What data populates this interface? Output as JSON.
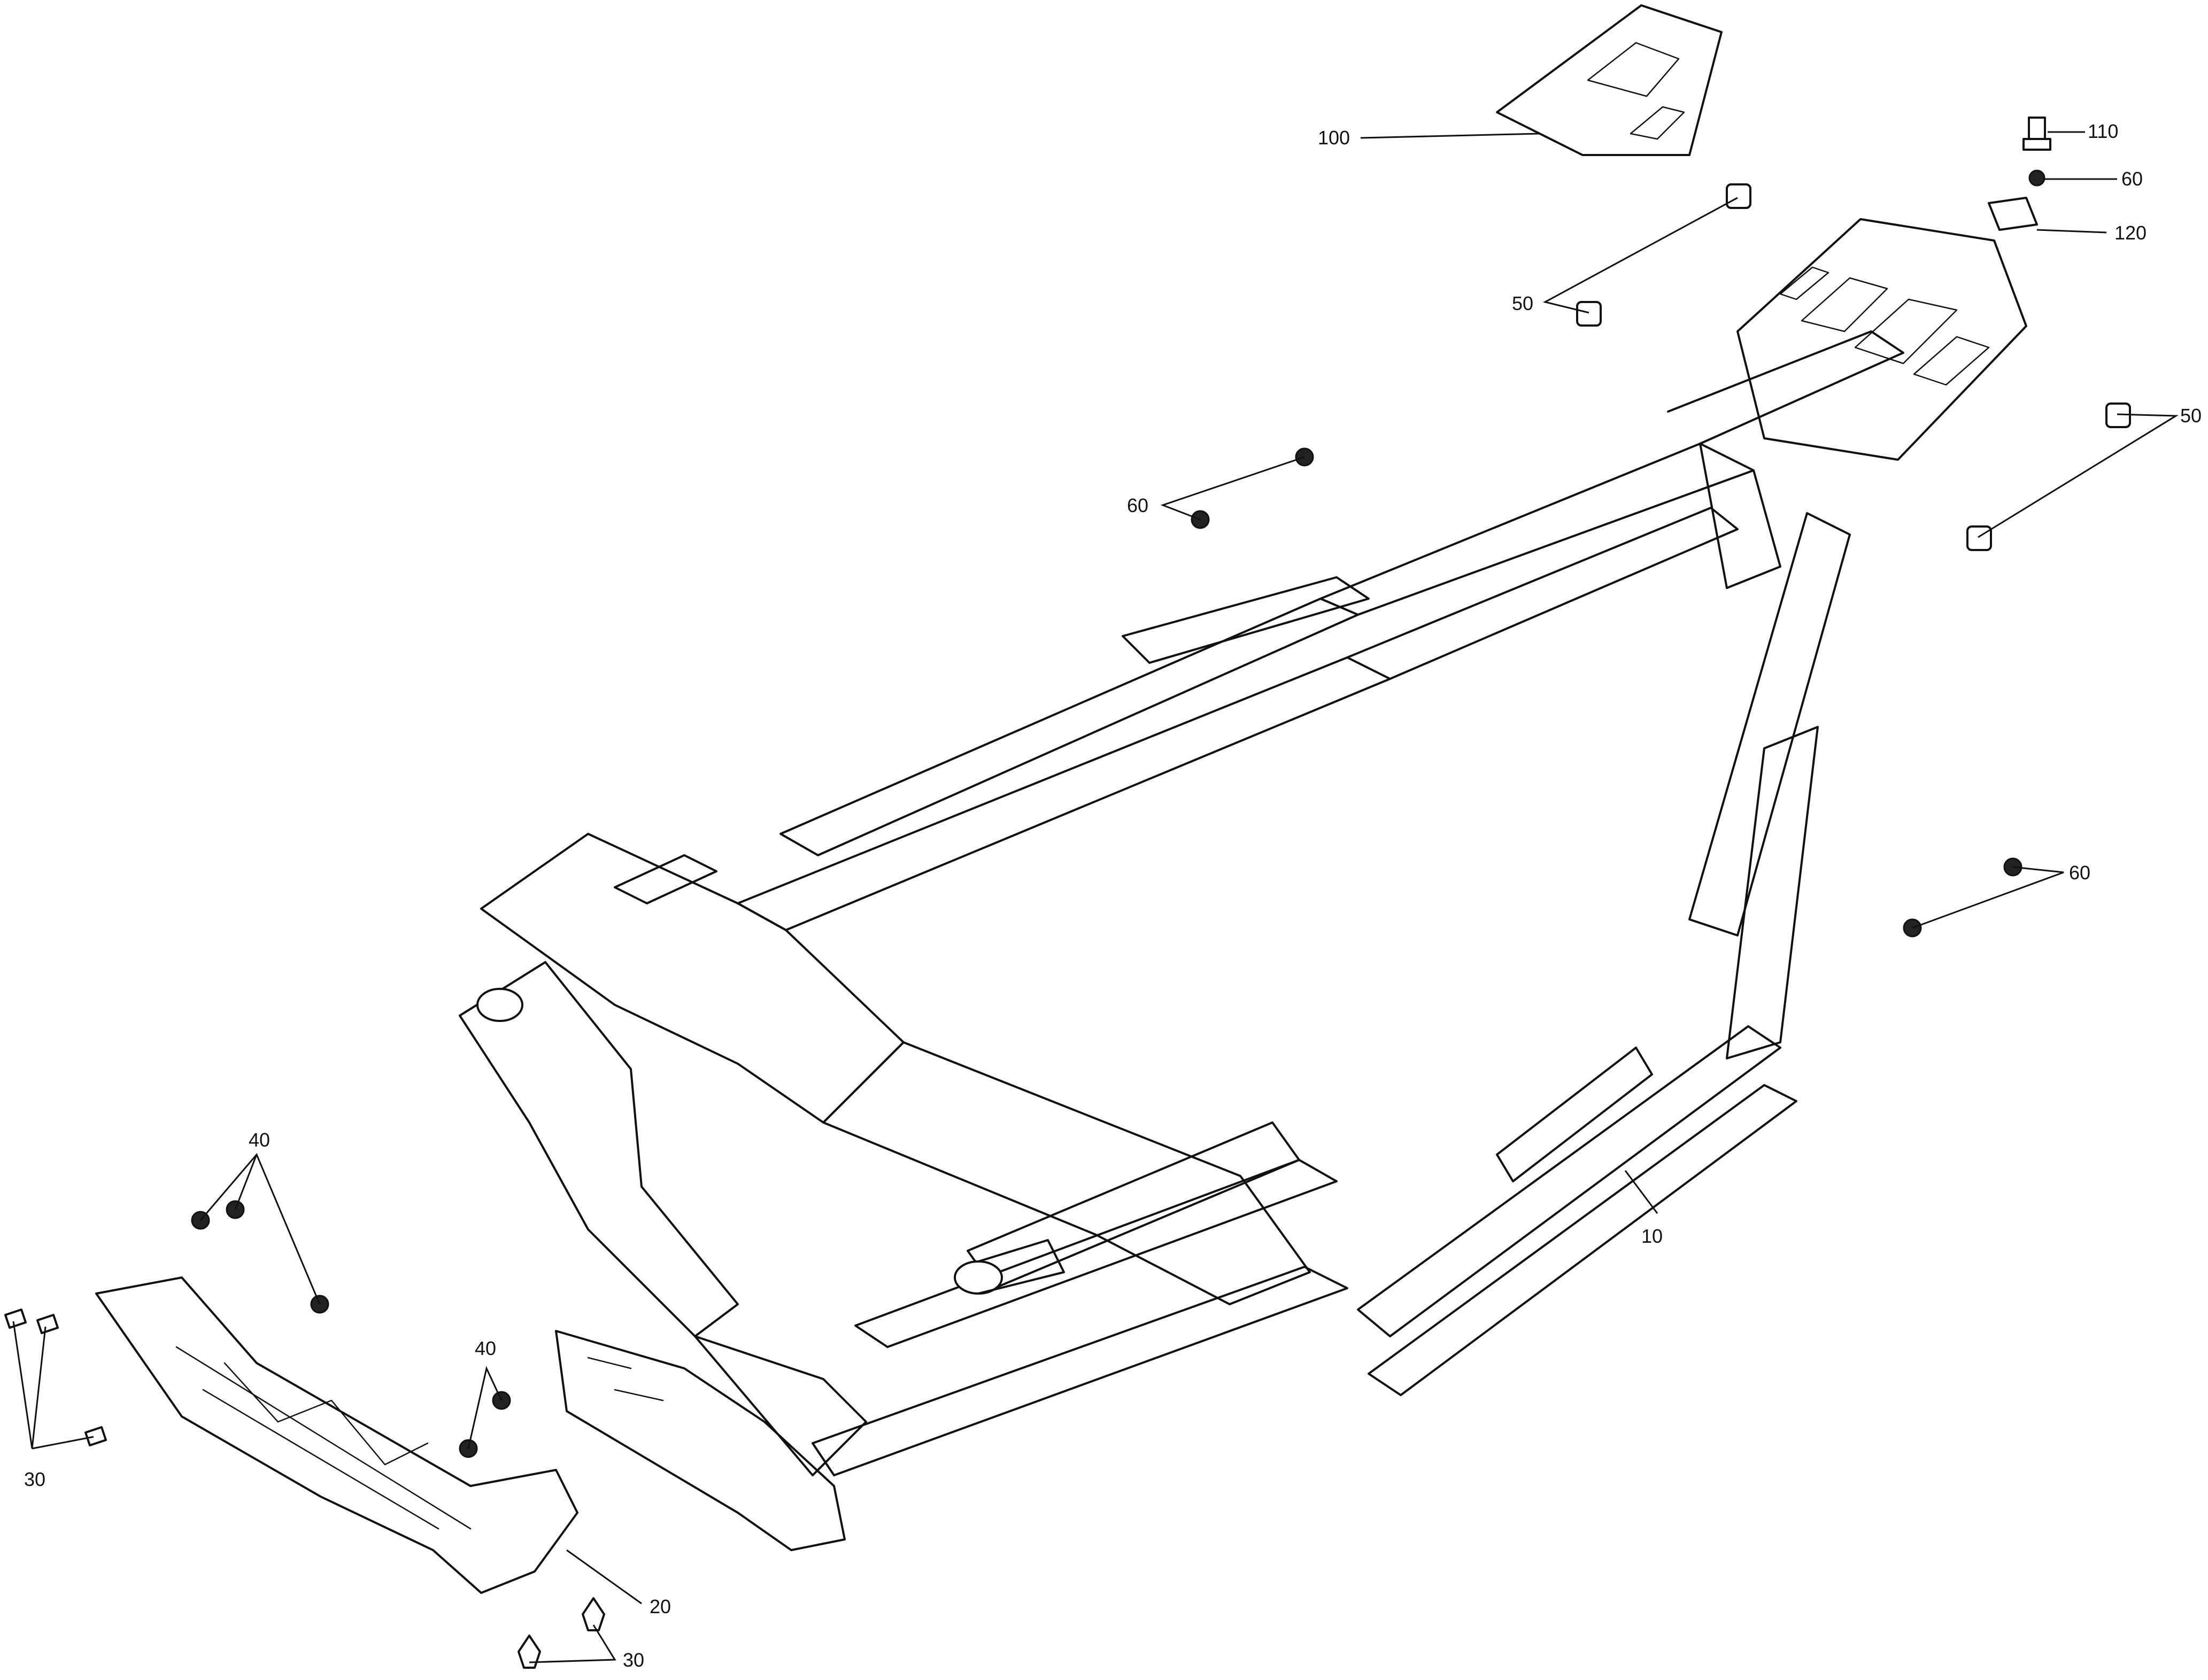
{
  "callouts": {
    "c10": "10",
    "c20": "20",
    "c30_left": "30",
    "c30_bottom": "30",
    "c40_top": "40",
    "c40_mid": "40",
    "c50_top": "50",
    "c50_right": "50",
    "c60_top_right": "60",
    "c60_left": "60",
    "c60_right": "60",
    "c100": "100",
    "c110": "110",
    "c120": "120"
  }
}
